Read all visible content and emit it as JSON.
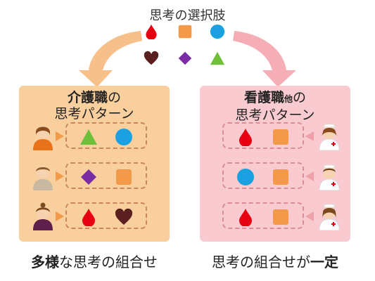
{
  "top_title": "思考の選択肢",
  "left_panel": {
    "title_bold": "介護職",
    "title_normal": "の",
    "subtitle": "思考パターン",
    "rows": [
      {
        "shapes": [
          "triangle",
          "circle"
        ]
      },
      {
        "shapes": [
          "diamond",
          "square"
        ]
      },
      {
        "shapes": [
          "drop",
          "heart"
        ]
      }
    ],
    "caption_bold": "多様",
    "caption_normal": "な思考の組合せ"
  },
  "right_panel": {
    "title_bold": "看護職",
    "title_small": "他",
    "title_normal": "の",
    "subtitle": "思考パターン",
    "rows": [
      {
        "shapes": [
          "drop",
          "square"
        ]
      },
      {
        "shapes": [
          "circle",
          "square"
        ]
      },
      {
        "shapes": [
          "drop",
          "square"
        ]
      }
    ],
    "caption_normal": "思考の組合せが",
    "caption_bold": "一定"
  },
  "colors": {
    "drop": "#e60012",
    "square": "#f39a4a",
    "circle": "#1ba1e2",
    "heart": "#5b1f1f",
    "diamond": "#7b2ea3",
    "triangle": "#6ebf3a",
    "left_panel_bg": "#f8cf9d",
    "right_panel_bg": "#f9cbd0",
    "left_arrow": "#f7c08a",
    "right_arrow": "#f6aeb6"
  },
  "choice_shapes": [
    "drop",
    "square",
    "circle",
    "heart",
    "diamond",
    "triangle"
  ]
}
